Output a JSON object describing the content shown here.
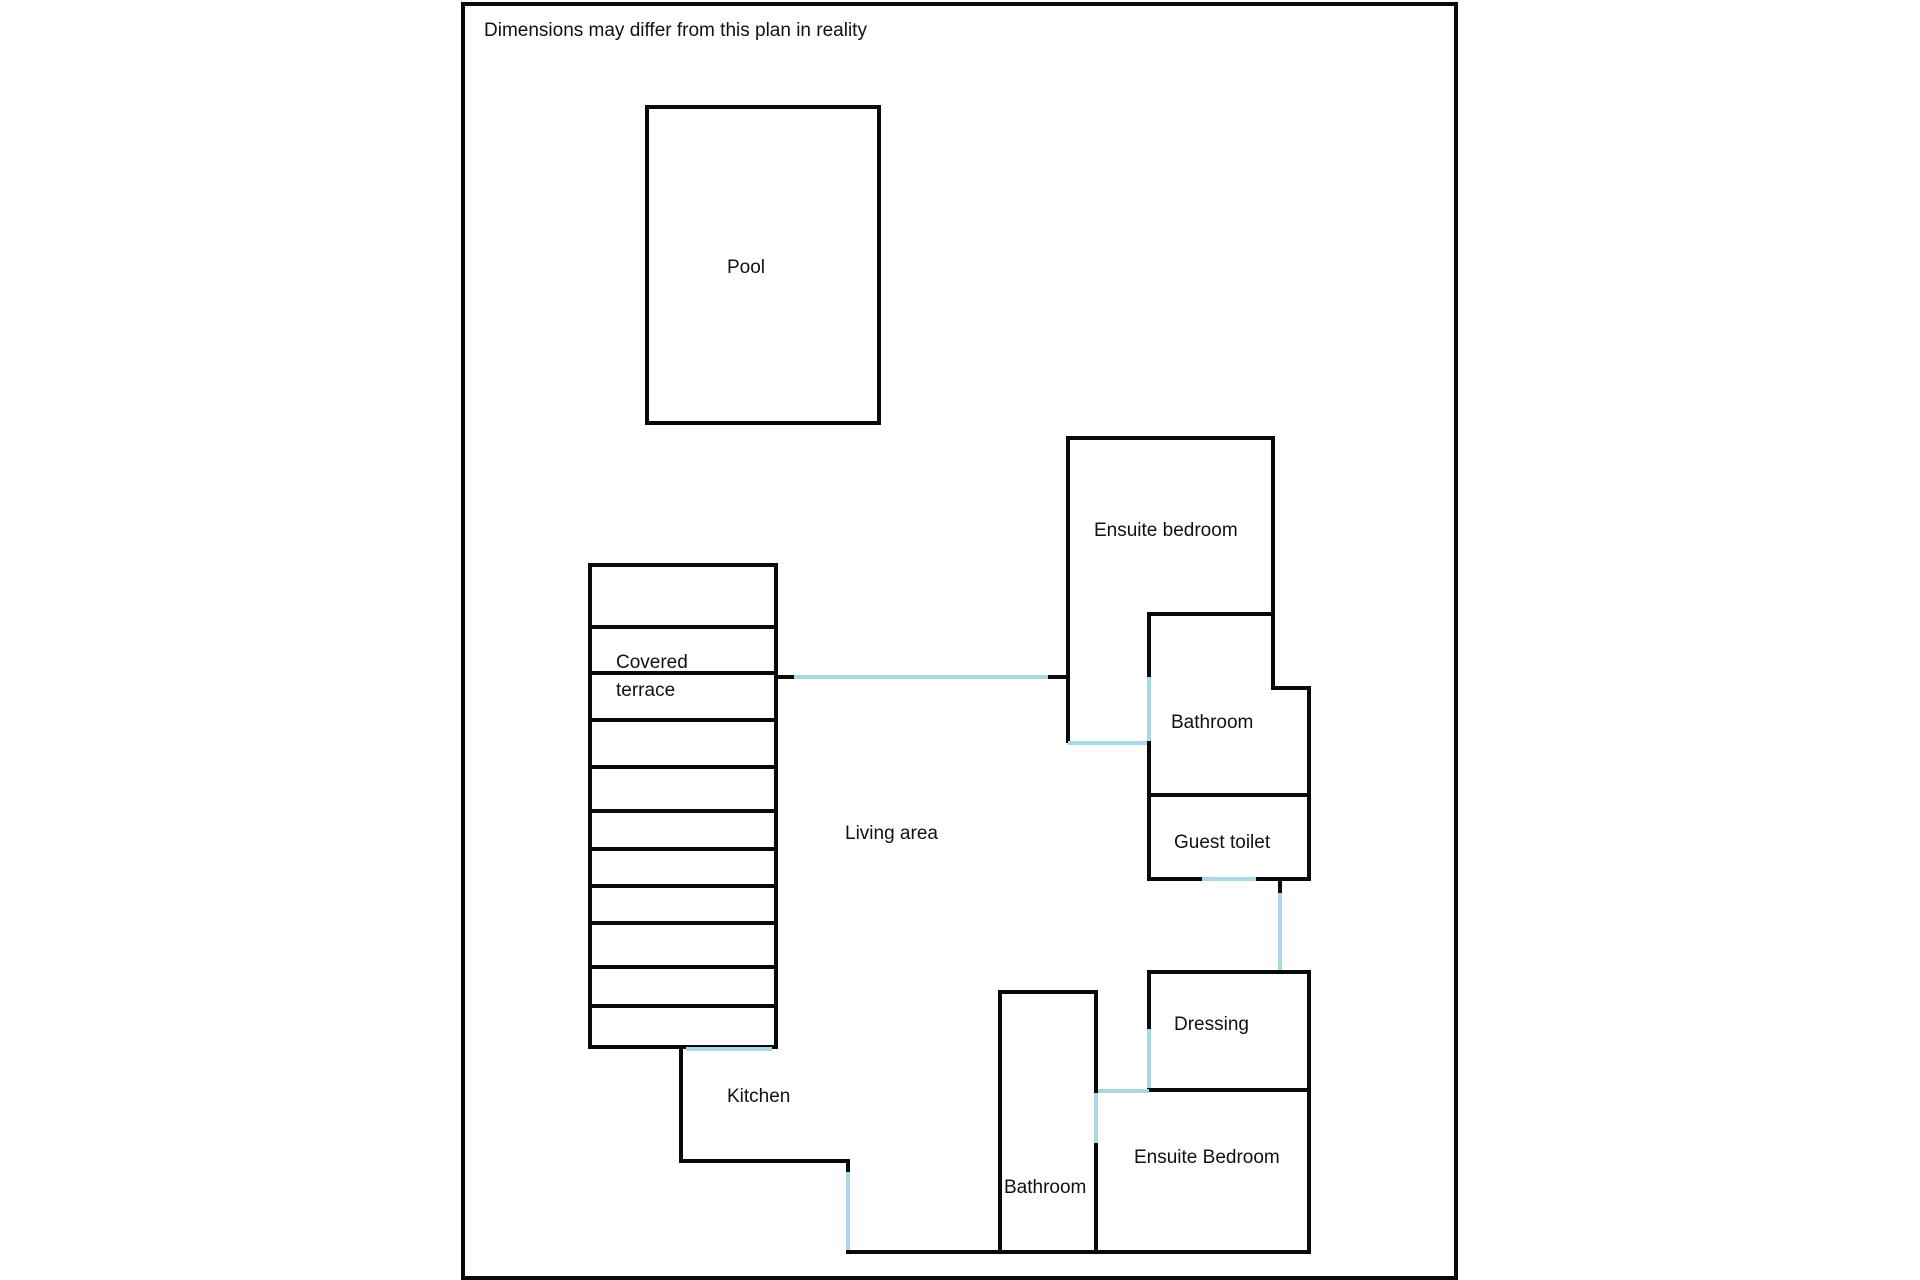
{
  "note": "Dimensions may differ from this plan in reality",
  "rooms": {
    "pool": "Pool",
    "covered_terrace_line1": "Covered",
    "covered_terrace_line2": "terrace",
    "ensuite_bedroom_top": "Ensuite bedroom",
    "bathroom_top": "Bathroom",
    "guest_toilet": "Guest toilet",
    "living_area": "Living area",
    "dressing": "Dressing",
    "kitchen": "Kitchen",
    "ensuite_bedroom_bottom": "Ensuite Bedroom",
    "bathroom_bottom": "Bathroom"
  },
  "colors": {
    "walls": "#0a0a0a",
    "openings": "#a8d8e4",
    "background": "#ffffff"
  }
}
